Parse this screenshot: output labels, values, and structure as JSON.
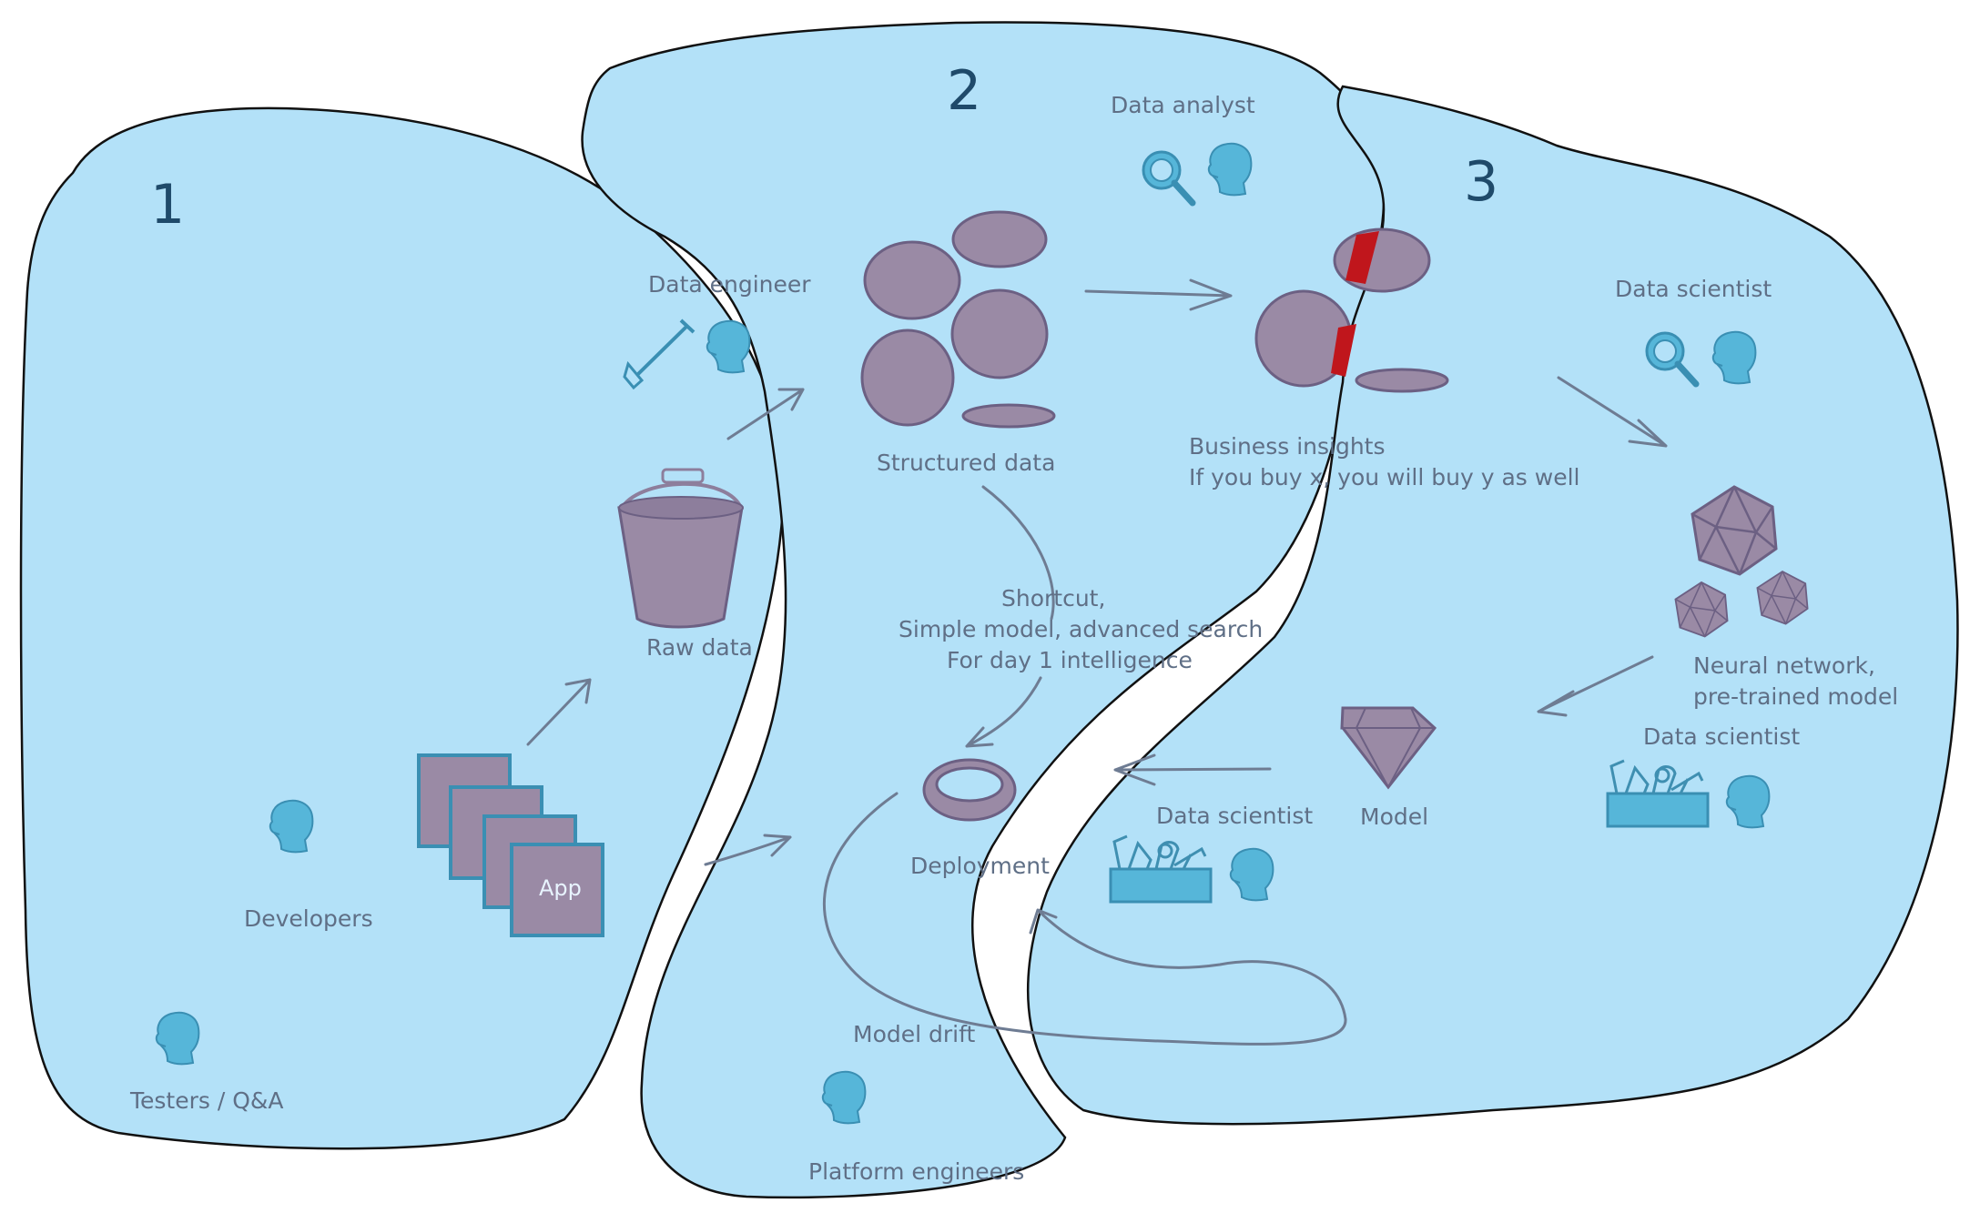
{
  "regions": {
    "one": "1",
    "two": "2",
    "three": "3"
  },
  "labels": {
    "data_engineer": "Data engineer",
    "data_analyst": "Data analyst",
    "data_scientist_top": "Data scientist",
    "raw_data": "Raw data",
    "structured_data": "Structured data",
    "business_insights_1": "Business insights",
    "business_insights_2": "If you buy x, you will buy y as well",
    "shortcut_1": "Shortcut,",
    "shortcut_2": "Simple model, advanced search",
    "shortcut_3": "For day 1 intelligence",
    "neural_1": "Neural network,",
    "neural_2": "pre-trained model",
    "data_scientist_mid": "Data scientist",
    "data_scientist_low": "Data scientist",
    "model": "Model",
    "deployment": "Deployment",
    "model_drift": "Model drift",
    "platform_engineers": "Platform engineers",
    "developers": "Developers",
    "testers": "Testers / Q&A",
    "app": "App"
  },
  "colors": {
    "region_fill": "#b3e1f8",
    "purple": "#9a8aa5",
    "person": "#56b6d9",
    "accent_red": "#c0161c",
    "accent_teal": "#0e8aa0"
  },
  "icons": [
    "head-icon",
    "magnifier-icon",
    "shovel-icon",
    "bucket-icon",
    "app-window-icon",
    "gem-icon",
    "icosahedron-icon",
    "ring-icon",
    "toolbox-icon"
  ]
}
